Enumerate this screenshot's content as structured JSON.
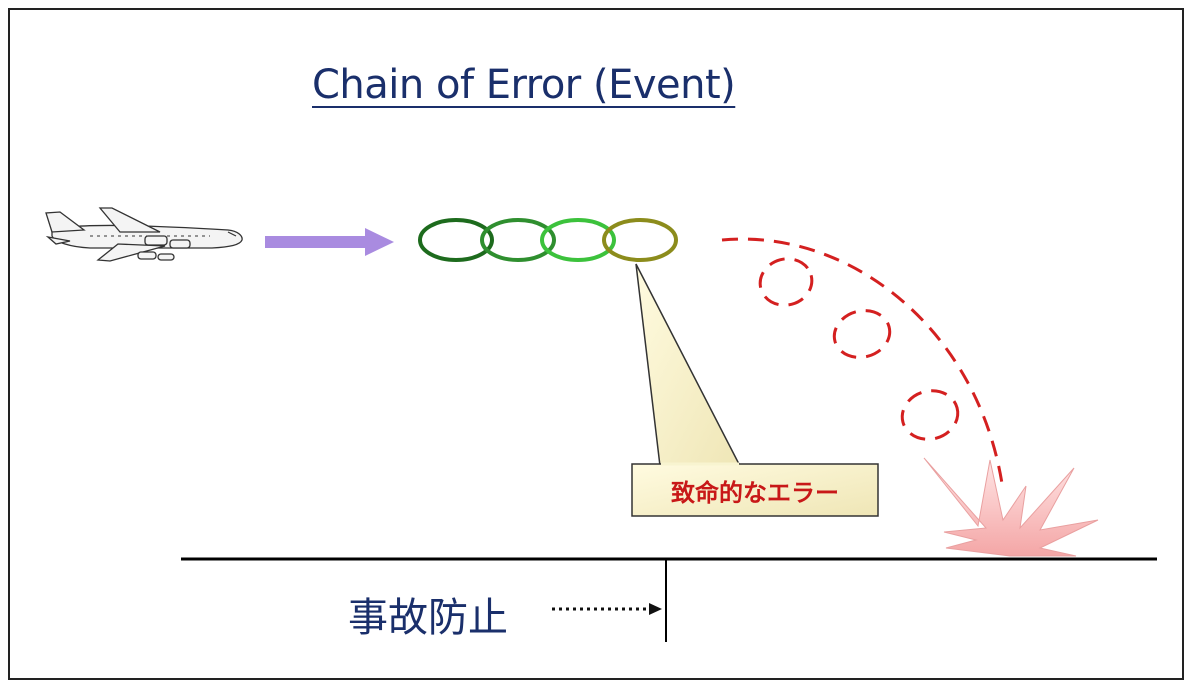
{
  "title": "Chain of Error (Event)",
  "callout": {
    "text": "致命的なエラー"
  },
  "prevention": {
    "text": "事故防止"
  },
  "colors": {
    "title": "#1a2f6b",
    "arrow": "#a98be0",
    "chain_links": [
      "#1d6b1d",
      "#2f8f2f",
      "#3cc23c",
      "#8c8c1c"
    ],
    "falling_path": "#d42020",
    "callout_text": "#c81818",
    "callout_fill": "#f8f4d0"
  },
  "icons": [
    "airplane-icon",
    "arrow-right-icon",
    "chain-icon",
    "explosion-icon",
    "dotted-arrow-icon"
  ]
}
